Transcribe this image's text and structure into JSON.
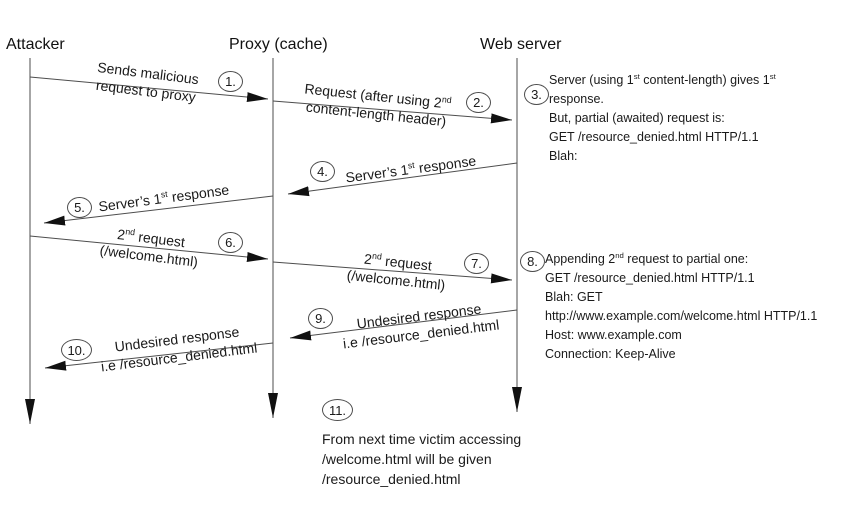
{
  "actors": [
    {
      "label": "Attacker"
    },
    {
      "label": "Proxy (cache)"
    },
    {
      "label": "Web server"
    }
  ],
  "steps": {
    "s1": {
      "num": "1.",
      "line1": "Sends malicious",
      "line2": "request to proxy"
    },
    "s2": {
      "num": "2.",
      "line1_pre": "Request (after using 2",
      "line1_sup": "nd",
      "line2": "content-length header)"
    },
    "s3": {
      "num": "3.",
      "l1a": "Server (using 1",
      "l1sup1": "st",
      "l1b": " content-length) gives 1",
      "l1sup2": "st",
      "l2": "response.",
      "l3": "But, partial (awaited) request is:",
      "l4": "GET /resource_denied.html HTTP/1.1",
      "l5": "Blah:"
    },
    "s4": {
      "num": "4.",
      "pre": "Server’s 1",
      "sup": "st",
      "post": " response"
    },
    "s5": {
      "num": "5.",
      "pre": "Server’s 1",
      "sup": "st",
      "post": " response"
    },
    "s6": {
      "num": "6.",
      "pre": "2",
      "sup": "nd",
      "post": " request",
      "line2": "(/welcome.html)"
    },
    "s7": {
      "num": "7.",
      "pre": "2",
      "sup": "nd",
      "post": " request",
      "line2": "(/welcome.html)"
    },
    "s8": {
      "num": "8.",
      "l1a": "Appending 2",
      "l1sup": "nd",
      "l1b": " request to partial one:",
      "l2": "GET /resource_denied.html HTTP/1.1",
      "l3": "Blah: GET",
      "l4": "http://www.example.com/welcome.html HTTP/1.1",
      "l5": "Host: www.example.com",
      "l6": "Connection: Keep-Alive"
    },
    "s9": {
      "num": "9.",
      "line1": "Undesired response",
      "line2": "i.e /resource_denied.html"
    },
    "s10": {
      "num": "10.",
      "line1": "Undesired response",
      "line2": "i.e /resource_denied.html"
    },
    "s11": {
      "num": "11.",
      "l1": "From next time victim accessing",
      "l2": "/welcome.html will be given",
      "l3": "/resource_denied.html"
    }
  },
  "colors": {
    "line": "#4d4d4d",
    "arrowhead": "#111111",
    "text": "#1a1a1a"
  }
}
